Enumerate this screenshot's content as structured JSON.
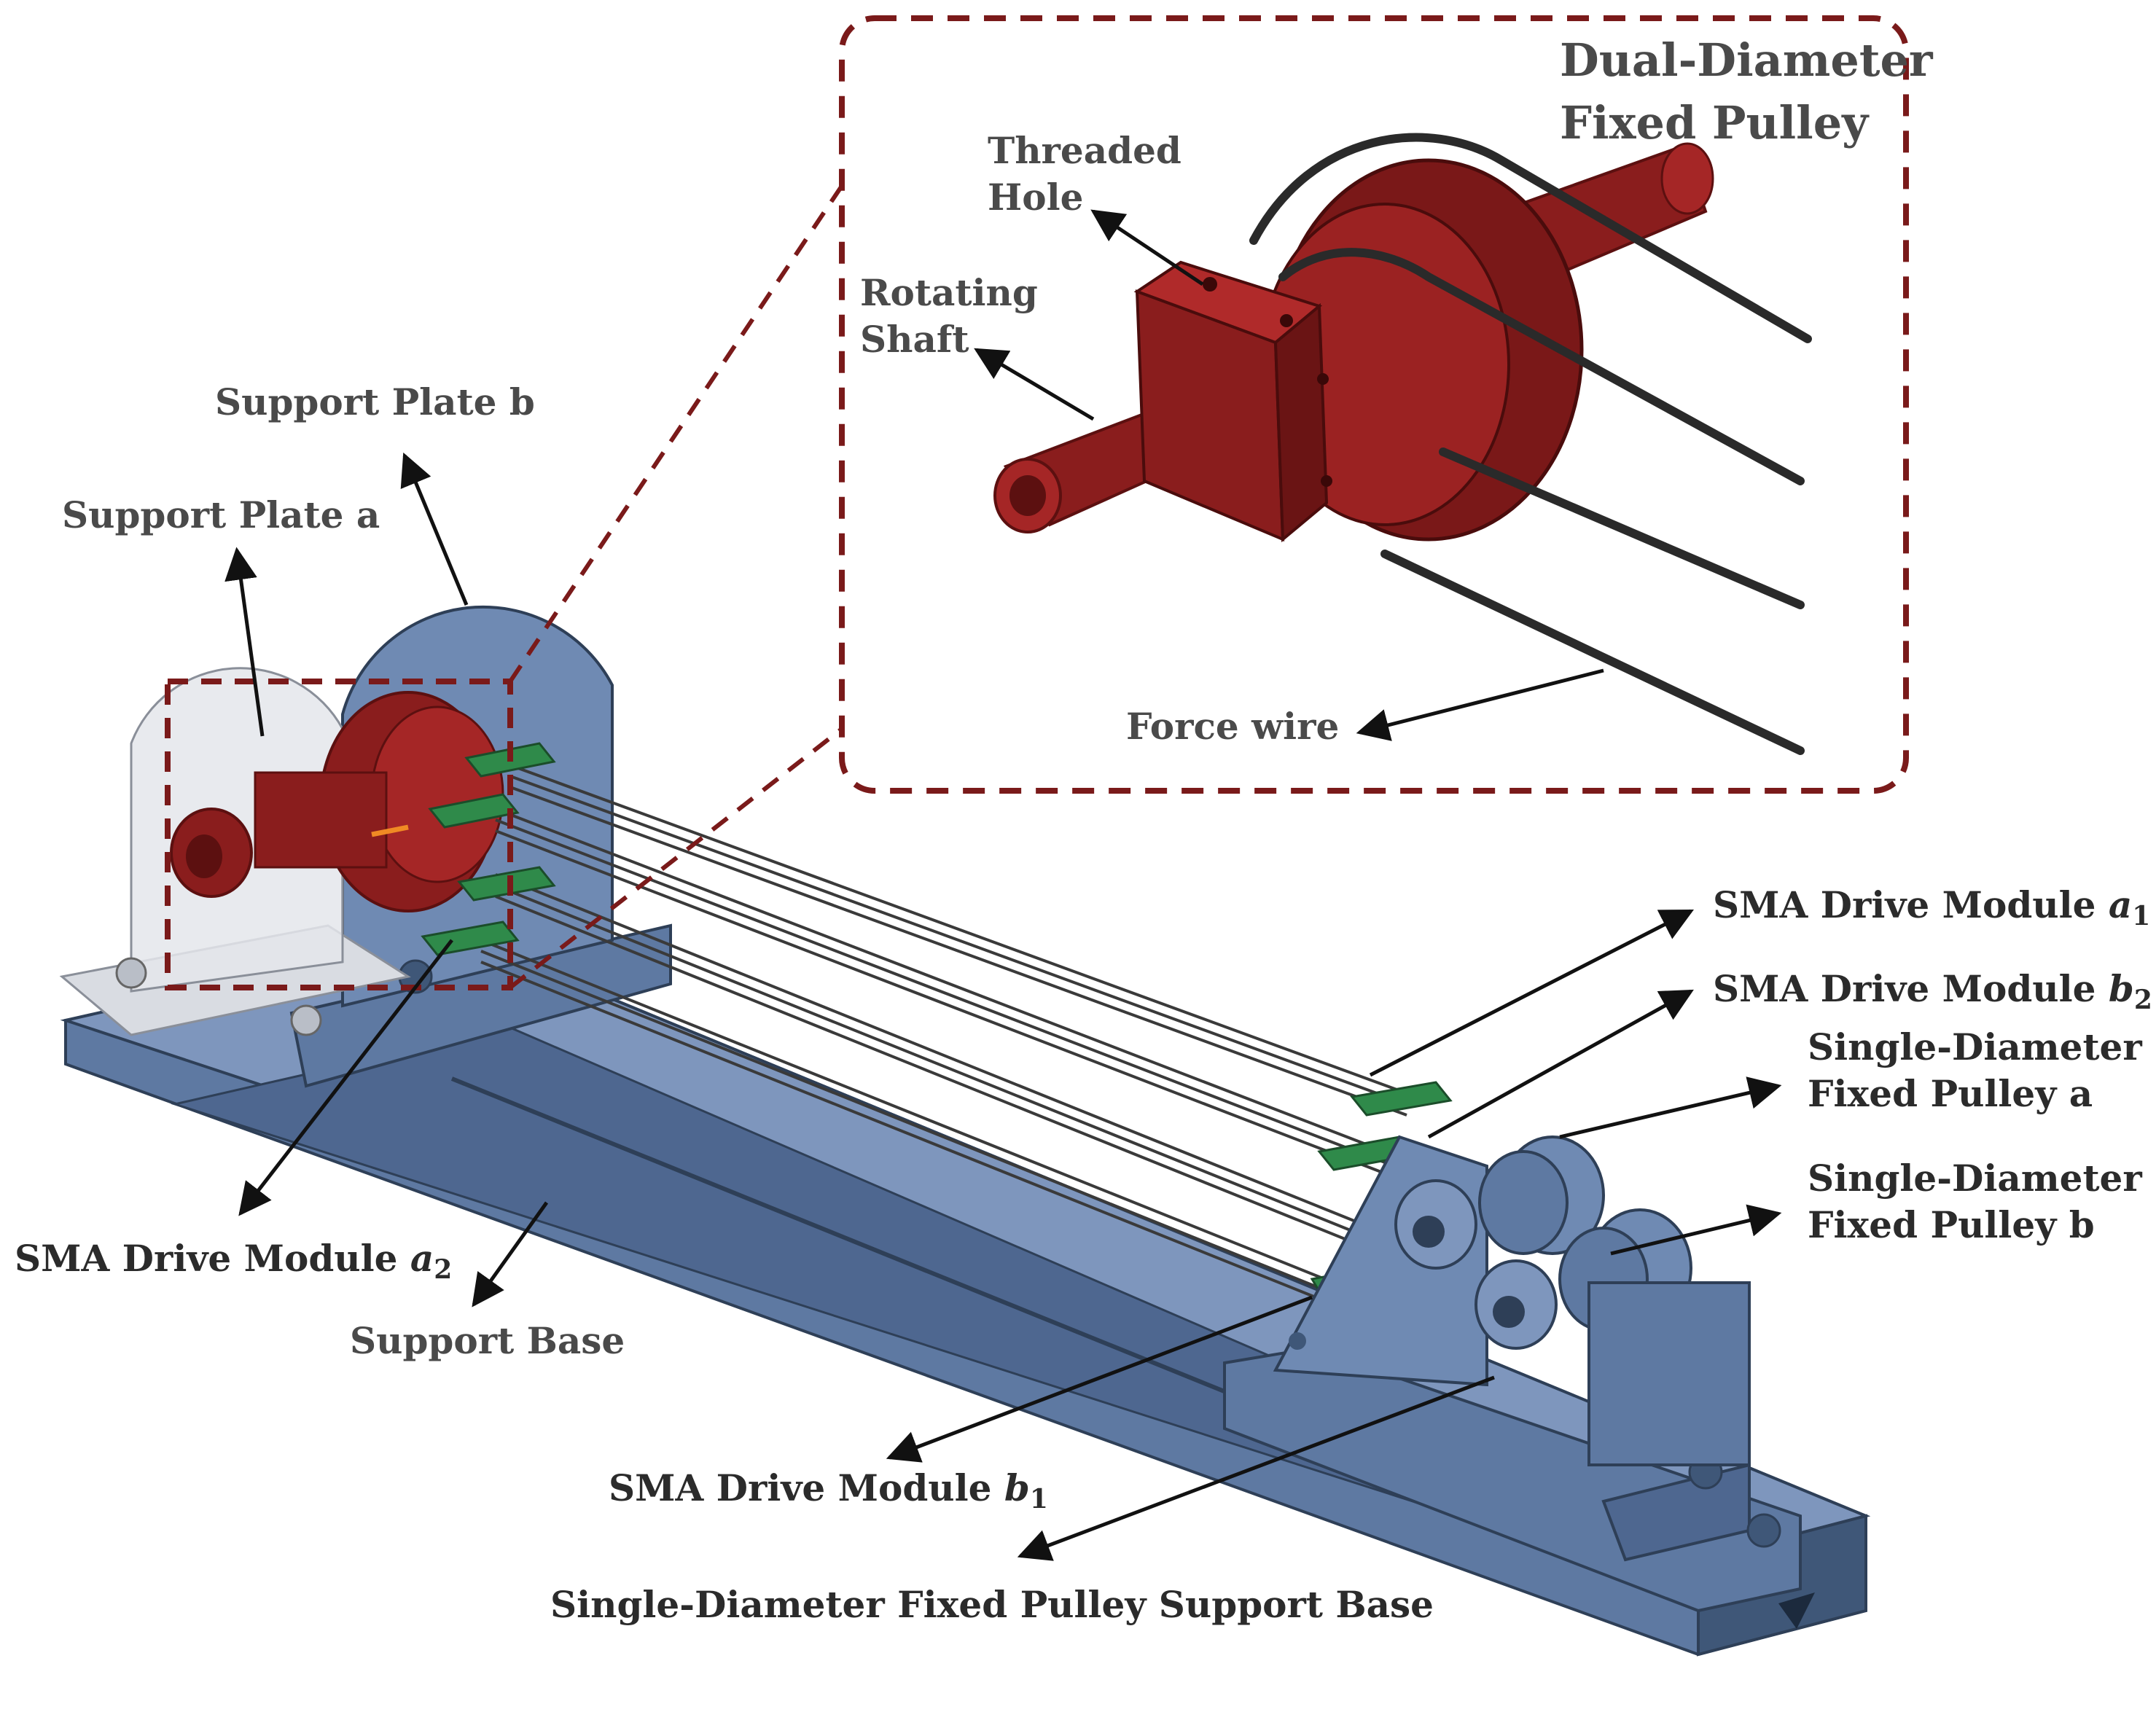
{
  "colors": {
    "base_blue": "#5e79a2",
    "base_blue_light": "#7e96bd",
    "base_blue_dark": "#3f5778",
    "pulley_red": "#8a1d1d",
    "pulley_red_light": "#b02a2a",
    "pulley_red_dark": "#5c1010",
    "dash_frame": "#7a1a1a",
    "wire": "#3a3a3a",
    "pcb_green": "#2f8a4a",
    "ghost_plate": "#d9dce2"
  },
  "callout": {
    "title_line1": "Dual-Diameter",
    "title_line2": "Fixed Pulley",
    "threaded_hole_line1": "Threaded",
    "threaded_hole_line2": "Hole",
    "rotating_shaft_line1": "Rotating",
    "rotating_shaft_line2": "Shaft",
    "force_wire": "Force wire"
  },
  "labels": {
    "support_plate_b": "Support Plate b",
    "support_plate_a": "Support Plate a",
    "sma_a1_prefix": "SMA Drive Module ",
    "sma_a1_var": "a",
    "sma_a1_sub": "1",
    "sma_b2_prefix": "SMA Drive Module ",
    "sma_b2_var": "b",
    "sma_b2_sub": "2",
    "pulley_a_line1": "Single-Diameter",
    "pulley_a_line2": "Fixed Pulley a",
    "pulley_b_line1": "Single-Diameter",
    "pulley_b_line2": "Fixed Pulley b",
    "sma_a2_prefix": "SMA Drive Module ",
    "sma_a2_var": "a",
    "sma_a2_sub": "2",
    "support_base": "Support Base",
    "sma_b1_prefix": "SMA Drive Module ",
    "sma_b1_var": "b",
    "sma_b1_sub": "1",
    "pulley_support_base": "Single-Diameter Fixed Pulley Support Base"
  }
}
